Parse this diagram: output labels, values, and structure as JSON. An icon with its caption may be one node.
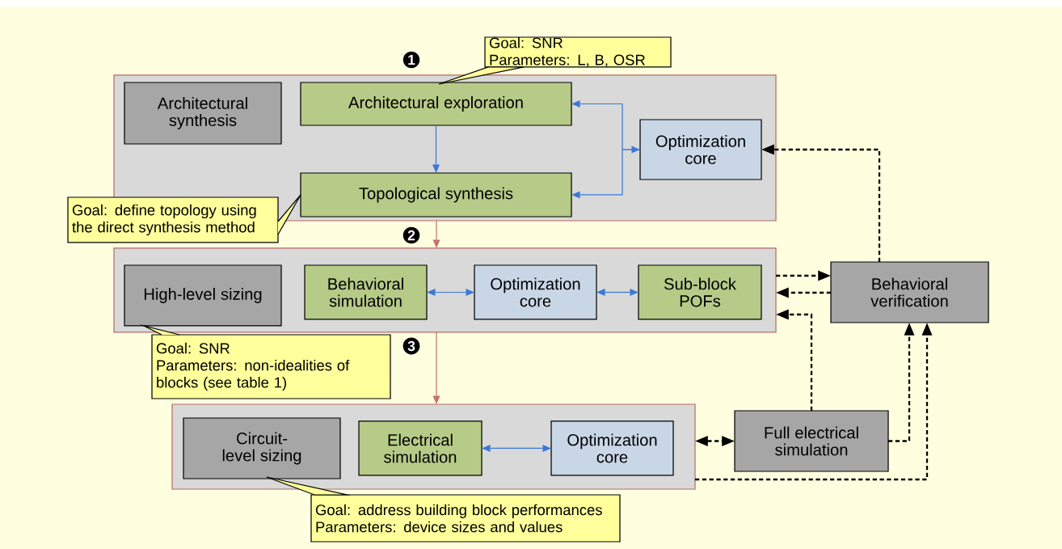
{
  "diagram": {
    "nodes": [
      {
        "text": [],
        "shape": "box"
      },
      {
        "text": [
          "Architectural synthesis"
        ],
        "in": 0
      },
      {
        "text": [
          "Architectural exploration"
        ],
        "in": 0
      },
      {
        "text": [
          "Topological synthesis"
        ],
        "in": 0
      },
      {
        "text": [
          "Optimization core"
        ],
        "in": 0
      },
      {
        "text": [],
        "shape": "box"
      },
      {
        "text": [
          "High-level sizing"
        ],
        "in": 5
      },
      {
        "text": [
          "Behavioral simulation"
        ],
        "in": 5
      },
      {
        "text": [
          "Optimization core"
        ],
        "in": 5
      },
      {
        "text": [
          "Sub-block POFs"
        ],
        "in": 5
      },
      {
        "text": [],
        "shape": "box"
      },
      {
        "text": [
          "Circuit-level sizing"
        ],
        "in": 10
      },
      {
        "text": [
          "Electrical simulation"
        ],
        "in": 10
      },
      {
        "text": [
          "Optimization core"
        ],
        "in": 10
      },
      {
        "text": [
          "Behavioral verification"
        ]
      },
      {
        "text": [
          "Full electrical simulation"
        ]
      },
      {
        "text": [
          "Goal: SNR",
          "Parameters: L, B, OSR"
        ]
      },
      {
        "text": [
          "Goal: define topology using the direct synthesis method"
        ]
      },
      {
        "text": [
          "Goal: SNR",
          "Parameters: non-idealities of blocks (see table 1)"
        ]
      },
      {
        "text": [
          "Goal: address building block performances",
          "Parameters: device sizes and values"
        ]
      }
    ],
    "edges": [
      {
        "from": 2,
        "to": 3,
        "arrow": "to",
        "color": "#3a78d6"
      },
      {
        "from": 4,
        "to": 2,
        "arrow": "both",
        "color": "#3a78d6"
      },
      {
        "from": 4,
        "to": 3,
        "arrow": "to",
        "color": "#3a78d6"
      },
      {
        "from": 0,
        "to": 5,
        "arrow": "to",
        "color": "#c8736c"
      },
      {
        "from": 5,
        "to": 10,
        "arrow": "to",
        "color": "#c8736c"
      },
      {
        "from": 7,
        "to": 8,
        "arrow": "both",
        "color": "#3a78d6"
      },
      {
        "from": 8,
        "to": 9,
        "arrow": "both",
        "color": "#3a78d6"
      },
      {
        "from": 12,
        "to": 13,
        "arrow": "both",
        "color": "#3a78d6"
      },
      {
        "from": 14,
        "to": 4,
        "arrow": "to",
        "style": "dashed"
      },
      {
        "from": 5,
        "to": 14,
        "arrow": "to",
        "style": "dashed"
      },
      {
        "from": 14,
        "to": 5,
        "arrow": "to",
        "style": "dashed"
      },
      {
        "from": 15,
        "to": 5,
        "arrow": "to",
        "style": "dashed"
      },
      {
        "from": 15,
        "to": 14,
        "arrow": "to",
        "style": "dashed"
      },
      {
        "from": 10,
        "to": 14,
        "arrow": "to",
        "style": "dashed"
      },
      {
        "from": 10,
        "to": 15,
        "arrow": "both",
        "style": "dashed"
      },
      {
        "from": 16,
        "to": 2,
        "arrow": "none"
      },
      {
        "from": 17,
        "to": 3,
        "arrow": "none"
      },
      {
        "from": 18,
        "to": 6,
        "arrow": "none"
      },
      {
        "from": 19,
        "to": 11,
        "arrow": "none"
      }
    ],
    "labels": [
      "1",
      "2",
      "3"
    ]
  }
}
